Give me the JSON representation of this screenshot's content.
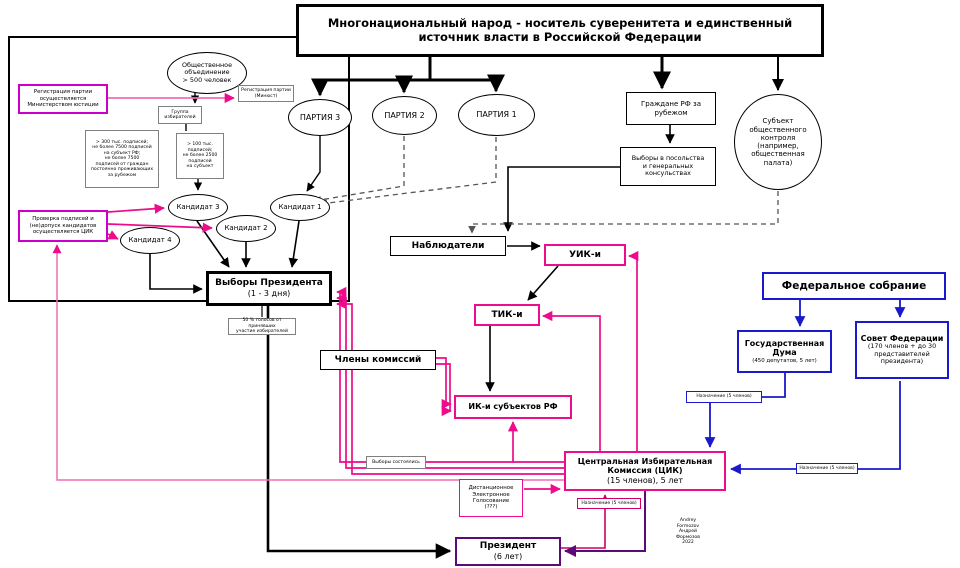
{
  "diagram": {
    "title": "Многонациональный народ - носитель суверенитета и единственный источник власти в Российской Федерации",
    "colors": {
      "pink": "#ec0c8c",
      "magenta": "#cc00cc",
      "blue": "#1a1acc",
      "purple": "#5c0a78",
      "black": "#000000"
    },
    "nodes": {
      "public_association": {
        "label": "Общественное\nобъединение\n> 500 человек"
      },
      "reg_party_minjust_note": {
        "label": "Регистрация партии\n(Минюст)"
      },
      "voter_group": {
        "label": "Группа\nизбирателей"
      },
      "party3": {
        "label": "ПАРТИЯ 3"
      },
      "party2": {
        "label": "ПАРТИЯ 2"
      },
      "party1": {
        "label": "ПАРТИЯ 1"
      },
      "sig_300k": {
        "label": "> 300 тыс.  подписей;\nне более 7500 подписей\nна субъект РФ;\nне более 7500\nподписей от граждан\nпостоянно проживающих\nза рубежом"
      },
      "sig_100k": {
        "label": "> 100 тыс.\nподписей;\nне более 2500\nподписей\nна субъект"
      },
      "reg_party_ministry": {
        "label": "Регистрация партии\nосуществляется\nМинистерством юстиции"
      },
      "check_signatures": {
        "label": "Проверка подписей и\n(не)допуск кандидатов\nосуществляется ЦИК"
      },
      "candidate1": {
        "label": "Кандидат 1"
      },
      "candidate2": {
        "label": "Кандидат 2"
      },
      "candidate3": {
        "label": "Кандидат 3"
      },
      "candidate4": {
        "label": "Кандидат 4"
      },
      "president_elections": {
        "label": "Выборы Президента",
        "sub": "(1 - 3 дня)"
      },
      "fifty_percent": {
        "label": "50 % голосов от принявших\nучастие избирателей"
      },
      "observers": {
        "label": "Наблюдатели"
      },
      "commission_members": {
        "label": "Члены комиссий"
      },
      "uik": {
        "label": "УИК-и"
      },
      "tik": {
        "label": "ТИК-и"
      },
      "ik_subjects": {
        "label": "ИК-и субъектов РФ"
      },
      "cik": {
        "label": "Центральная Избирательная\nКомиссия (ЦИК)",
        "sub": "(15 членов), 5 лет"
      },
      "deg": {
        "label": "Дистанционное\nЭлектронное\nГолосование\n(???)"
      },
      "elections_held": {
        "label": "Выборы состоялись"
      },
      "federal_assembly": {
        "label": "Федеральное собрание"
      },
      "state_duma": {
        "label": "Государственная\nДума",
        "sub": "(450 депутатов, 5 лет)"
      },
      "federation_council": {
        "label": "Совет Федерации",
        "sub": "(170 членов + до 30\nпредставителей\nпрезидента)"
      },
      "public_control": {
        "label": "Субъект\nобщественного\nконтроля\n(например,\nобщественная\nпалата)"
      },
      "citizens_abroad": {
        "label": "Граждане РФ за\nрубежом"
      },
      "embassy_elections": {
        "label": "Выборы в посольства\nи генеральных\nконсульствах"
      },
      "president": {
        "label": "Президент",
        "sub": "(6 лет)"
      },
      "appointment_duma": {
        "label": "Назначение (5 членов)"
      },
      "appointment_fc": {
        "label": "Назначение (5 членов)"
      },
      "appointment_president": {
        "label": "Назначение (5 членов)"
      },
      "signature": {
        "label": "Andrey\nFormozov\nАндрей\nФормозов\n2022"
      }
    }
  }
}
